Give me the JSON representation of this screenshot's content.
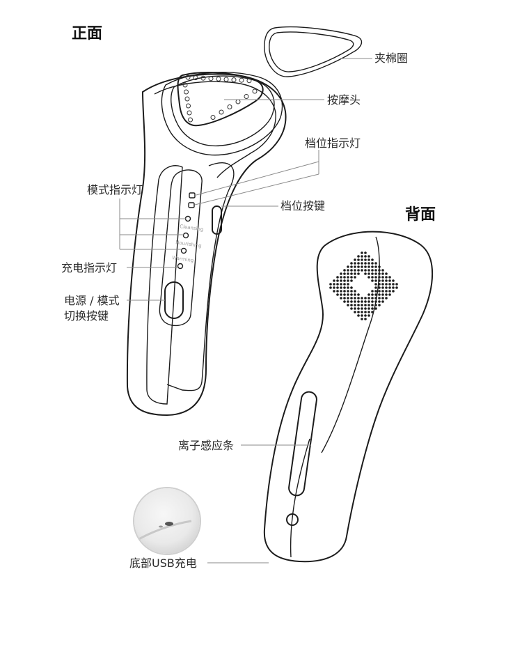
{
  "views": {
    "front": "正面",
    "back": "背面"
  },
  "labels": {
    "cotton_ring": "夹棉圈",
    "massage_head": "按摩头",
    "level_indicator": "档位指示灯",
    "level_button": "档位按键",
    "mode_indicator": "模式指示灯",
    "charge_indicator": "充电指示灯",
    "power_mode_button_line1": "电源 / 模式",
    "power_mode_button_line2": "切换按键",
    "ion_strip": "离子感应条",
    "usb_charge": "底部USB充电"
  },
  "device_text": {
    "mode1": "Cleansing",
    "mode2": "Nourishing",
    "mode3": "Warming"
  },
  "colors": {
    "outline": "#1c1c1c",
    "leader": "#8a8a8a",
    "text": "#2a2a2a"
  }
}
